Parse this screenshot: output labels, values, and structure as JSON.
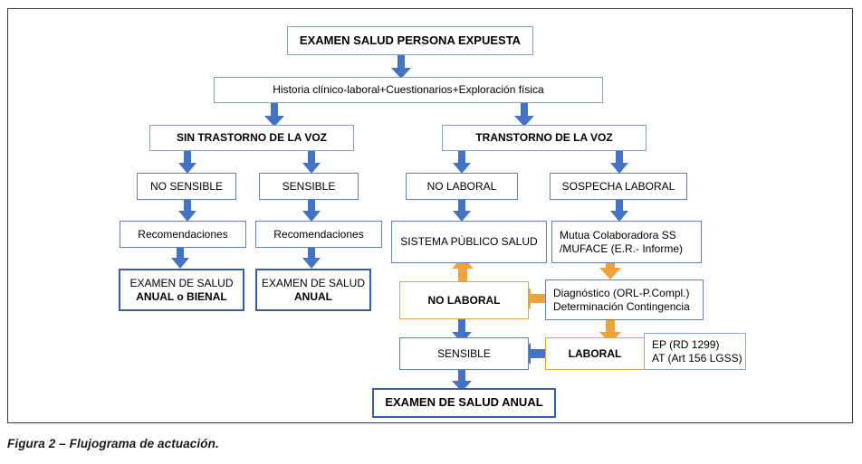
{
  "figure": {
    "caption": "Figura 2 – Flujograma de actuación.",
    "colors": {
      "arrow_blue": "#4472c4",
      "arrow_orange": "#f0a33c",
      "box_border_blue": "#7fa0cd",
      "box_border_blue_strong": "#3a5fa0",
      "box_border_orange": "#e8a33d",
      "frame": "#3b3b3b",
      "background": "#ffffff",
      "text": "#000000"
    }
  },
  "nodes": {
    "root": {
      "text": "EXAMEN SALUD PERSONA EXPUESTA"
    },
    "historia": {
      "text": "Historia clínico-laboral+Cuestionarios+Exploración física"
    },
    "sin_trastorno": {
      "text": "SIN TRASTORNO DE LA VOZ"
    },
    "transtorno": {
      "text": "TRANSTORNO DE LA VOZ"
    },
    "no_sensible": {
      "text": "NO SENSIBLE"
    },
    "sensible_left": {
      "text": "SENSIBLE"
    },
    "no_laboral_top": {
      "text": "NO LABORAL"
    },
    "sospecha_laboral": {
      "text": "SOSPECHA LABORAL"
    },
    "recomendaciones_1": {
      "text": "Recomendaciones"
    },
    "recomendaciones_2": {
      "text": "Recomendaciones"
    },
    "sistema_publico": {
      "text": "SISTEMA PÚBLICO SALUD"
    },
    "mutua": {
      "line1": "Mutua Colaboradora SS",
      "line2": "/MUFACE (E.R.- Informe)"
    },
    "examen_anual_bienal": {
      "line1": "EXAMEN DE SALUD",
      "line2": "ANUAL o BIENAL"
    },
    "examen_anual": {
      "line1": "EXAMEN DE SALUD",
      "line2": "ANUAL"
    },
    "no_laboral_mid": {
      "text": "NO LABORAL"
    },
    "diagnostico": {
      "line1": "Diagnóstico (ORL-P.Compl.)",
      "line2": "Determinación Contingencia"
    },
    "sensible_bottom": {
      "text": "SENSIBLE"
    },
    "laboral": {
      "text": "LABORAL"
    },
    "ep_at": {
      "line1": "EP (RD 1299)",
      "line2": "AT (Art 156 LGSS)"
    },
    "examen_salud_anual": {
      "text": "EXAMEN DE SALUD ANUAL"
    }
  }
}
